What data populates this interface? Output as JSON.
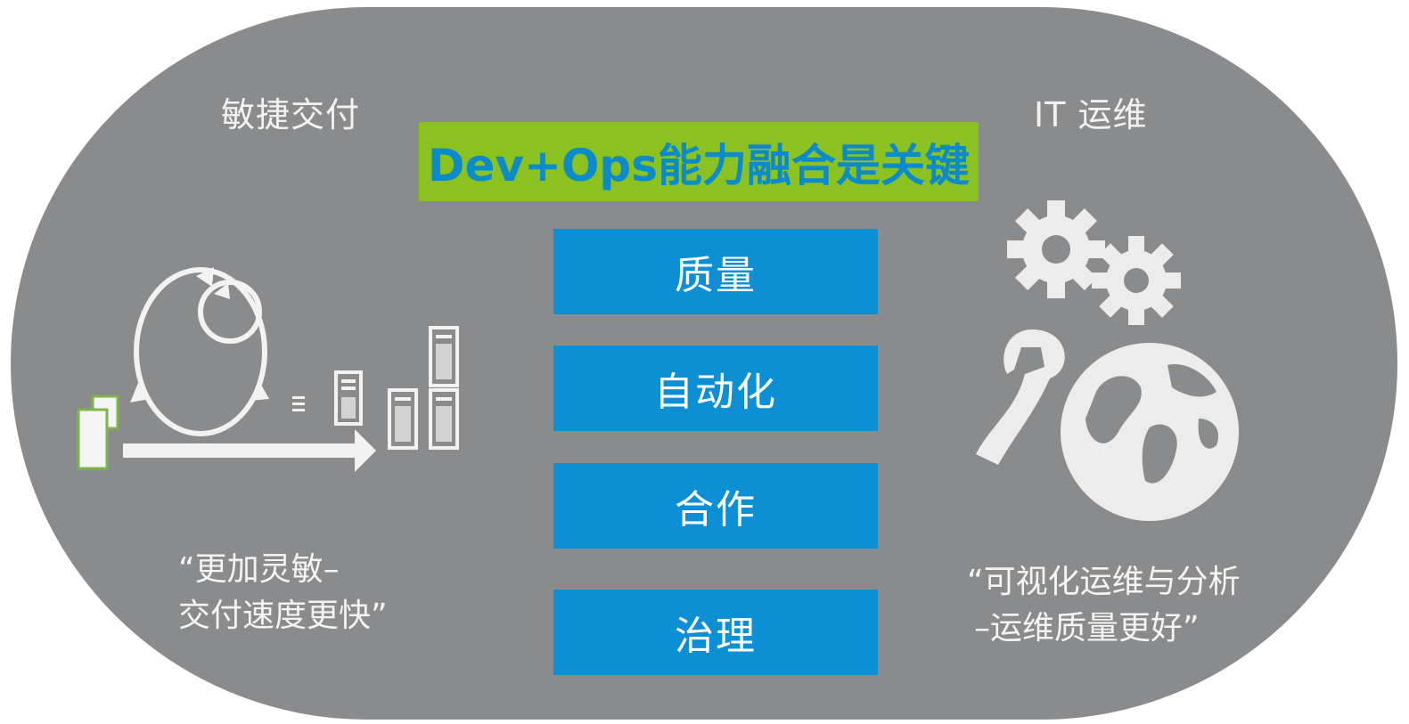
{
  "left": {
    "title": "敏捷交付",
    "quote_line1": "“更加灵敏–",
    "quote_line2": "交付速度更快”",
    "icon": "agile-delivery-cycle-icon"
  },
  "right": {
    "title": "IT 运维",
    "quote_line1": "“可视化运维与分析",
    "quote_line2": "–运维质量更好”",
    "icon": "gears-wrench-globe-icon"
  },
  "banner": {
    "text": "Dev+Ops能力融合是关键"
  },
  "pillars": [
    {
      "label": "质量"
    },
    {
      "label": "自动化"
    },
    {
      "label": "合作"
    },
    {
      "label": "治理"
    }
  ],
  "colors": {
    "background": "#8a8b8c",
    "banner_bg": "#8cc21f",
    "banner_text": "#0b8bc9",
    "box_bg": "#0d8fd6",
    "text_light": "#f2f2f2"
  }
}
